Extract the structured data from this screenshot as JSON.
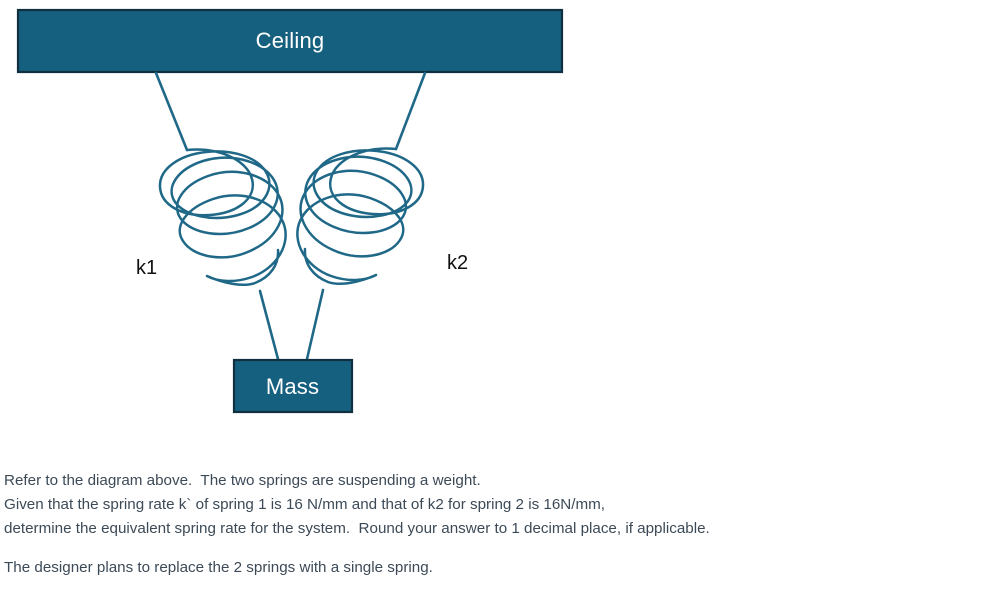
{
  "diagram": {
    "ceiling": {
      "label": "Ceiling",
      "fill": "#16607f",
      "stroke": "#0e2f3f",
      "text_color": "#ffffff"
    },
    "mass": {
      "label": "Mass",
      "fill": "#16607f",
      "stroke": "#0e2f3f",
      "text_color": "#ffffff"
    },
    "springs": [
      {
        "name": "spring-1",
        "label": "k1",
        "stroke": "#1f6887"
      },
      {
        "name": "spring-2",
        "label": "k2",
        "stroke": "#1f6887"
      }
    ]
  },
  "body_text": {
    "line1": "Refer to the diagram above.  The two springs are suspending a weight.",
    "line2": "Given that the spring rate k` of spring 1 is 16 N/mm and that of k2 for spring 2 is 16N/mm,",
    "line3": "determine the equivalent spring rate for the system.  Round your answer to 1 decimal place, if applicable.",
    "line4": "The designer plans to replace the 2 springs with a single spring.",
    "color": "#3c4a57"
  }
}
